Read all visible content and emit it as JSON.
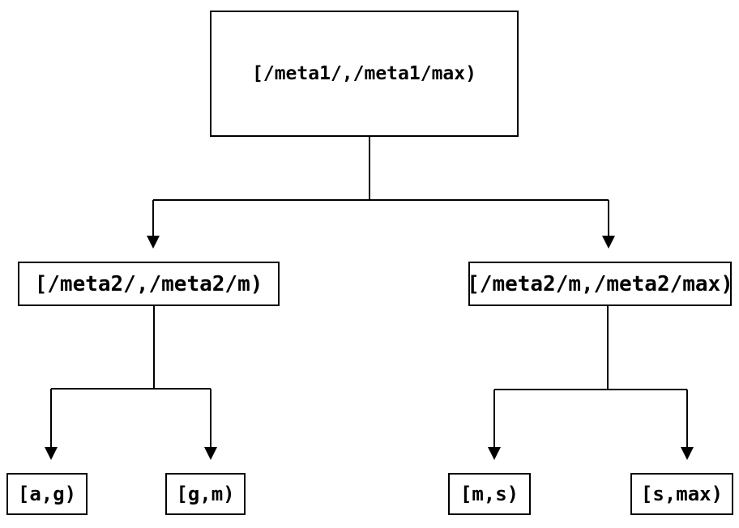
{
  "diagram": {
    "type": "tree",
    "nodes": {
      "root": {
        "label": "[/meta1/,/meta1/max)"
      },
      "left_child": {
        "label": "[/meta2/,/meta2/m)"
      },
      "right_child": {
        "label": "[/meta2/m,/meta2/max)"
      },
      "leaf_ag": {
        "label": "[a,g)"
      },
      "leaf_gm": {
        "label": "[g,m)"
      },
      "leaf_ms": {
        "label": "[m,s)"
      },
      "leaf_smax": {
        "label": "[s,max)"
      }
    },
    "edges": [
      {
        "from": "root",
        "to": "left_child"
      },
      {
        "from": "root",
        "to": "right_child"
      },
      {
        "from": "left_child",
        "to": "leaf_ag"
      },
      {
        "from": "left_child",
        "to": "leaf_gm"
      },
      {
        "from": "right_child",
        "to": "leaf_ms"
      },
      {
        "from": "right_child",
        "to": "leaf_smax"
      }
    ],
    "colors": {
      "line": "#000000",
      "text": "#000000",
      "background": "#ffffff"
    }
  }
}
